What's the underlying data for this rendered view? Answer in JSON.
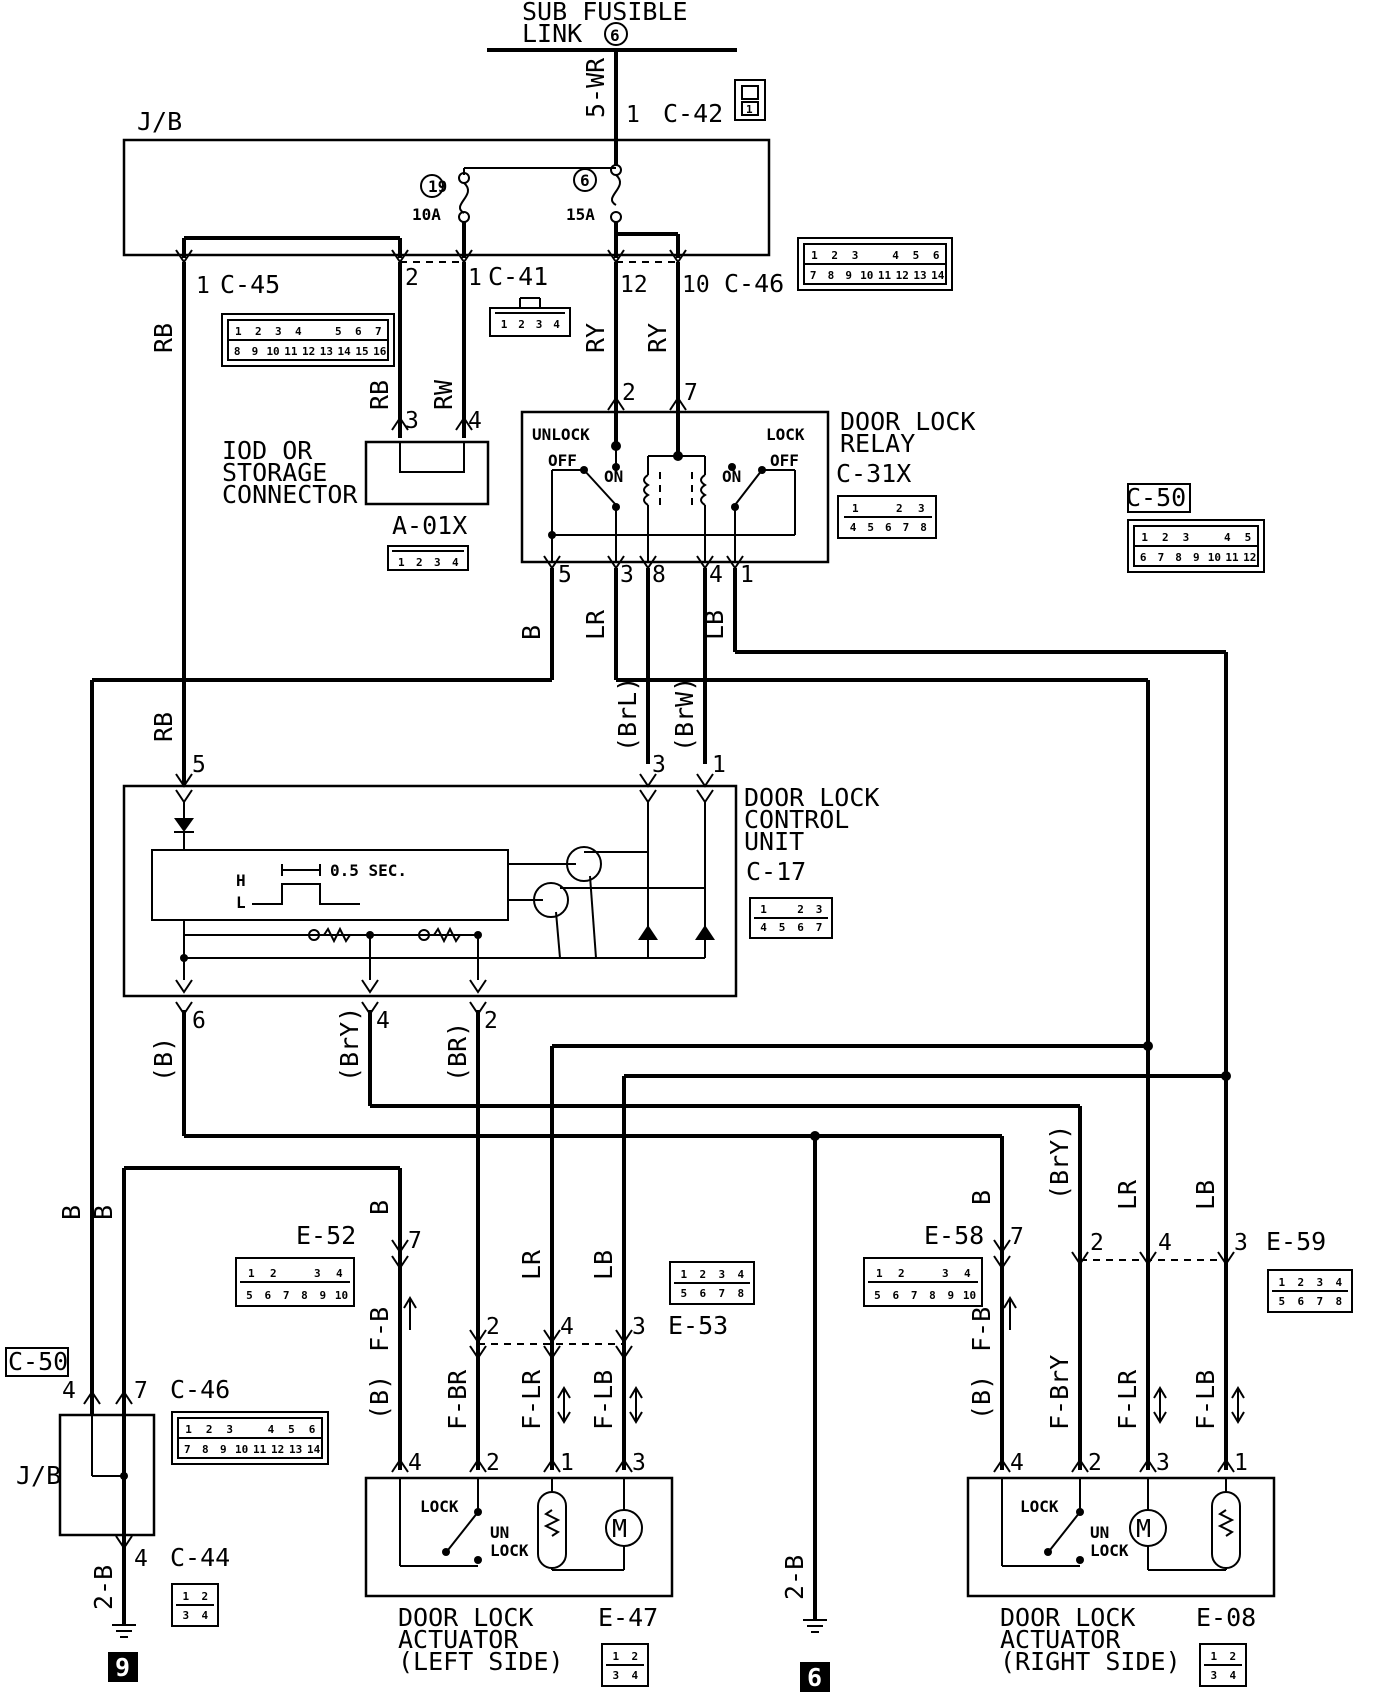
{
  "title": {
    "line1": "SUB FUSIBLE",
    "line2": "LINK",
    "link_num": "6"
  },
  "jb_label": "J/B",
  "fuses": [
    {
      "num": "19",
      "rating": "10A"
    },
    {
      "num": "6",
      "rating": "15A"
    }
  ],
  "wire_colors": {
    "sub_link": "5-WR",
    "c45_out": "RB",
    "c41_3": "RB",
    "c41_4": "RW",
    "c46_12": "RY",
    "c46_10": "RY",
    "relay5": "B",
    "relay3": "LR",
    "relay1": "LB",
    "ecu5": "RB",
    "ecu3": "(BrL)",
    "ecu1": "(BrW)",
    "ecu6": "(B)",
    "ecu4": "(BrY)",
    "ecu2": "(BR)",
    "left_b1": "B",
    "left_b2": "B",
    "e52_7": "B",
    "e53_lr": "LR",
    "e53_lb": "LB",
    "e58_7": "B",
    "e58_2": "(BrY)",
    "e59_lr": "LR",
    "e59_lb": "LB",
    "la_fb": "F-B",
    "la_b": "(B)",
    "la_fbr": "F-BR",
    "la_flr": "F-LR",
    "la_flb": "F-LB",
    "ra_fb": "F-B",
    "ra_b": "(B)",
    "ra_fbry": "F-BrY",
    "ra_flr": "F-LR",
    "ra_flb": "F-LB",
    "ground9": "2-B",
    "ground6": "2-B"
  },
  "connectors": {
    "c42": "C-42",
    "c45": "C-45",
    "c41": "C-41",
    "c46": "C-46",
    "c46b": "C-46",
    "a01x": "A-01X",
    "c31x": "C-31X",
    "c50": "C-50",
    "c50b": "C-50",
    "c17": "C-17",
    "e52": "E-52",
    "e53": "E-53",
    "e58": "E-58",
    "e59": "E-59",
    "c44": "C-44",
    "e47": "E-47",
    "e08": "E-08"
  },
  "pins": {
    "c42": "1",
    "c45_1": "1",
    "c45_2": "2",
    "c41_1": "1",
    "c46_12": "12",
    "c46_10": "10",
    "a01x_3": "3",
    "a01x_4": "4",
    "relay_2": "2",
    "relay_7": "7",
    "relay_5": "5",
    "relay_3": "3",
    "relay_8": "8",
    "relay_4": "4",
    "relay_1": "1",
    "ecu_5": "5",
    "ecu_3": "3",
    "ecu_1": "1",
    "ecu_6": "6",
    "ecu_4": "4",
    "ecu_2": "2",
    "e52_7": "7",
    "e53_2": "2",
    "e53_4": "4",
    "e53_3": "3",
    "e58_7": "7",
    "e59_2": "2",
    "e59_4": "4",
    "e59_3": "3",
    "c46_4": "4",
    "c46_7": "7",
    "c44_4": "4",
    "la_4": "4",
    "la_2": "2",
    "la_1": "1",
    "la_3": "3",
    "ra_4": "4",
    "ra_2": "2",
    "ra_3": "3",
    "ra_1": "1"
  },
  "components": {
    "iod_1": "IOD OR",
    "iod_2": "STORAGE",
    "iod_3": "CONNECTOR",
    "relay_1": "DOOR LOCK",
    "relay_2": "RELAY",
    "relay_unlock": "UNLOCK",
    "relay_lock": "LOCK",
    "relay_off_l": "OFF",
    "relay_on_l": "ON",
    "relay_on_r": "ON",
    "relay_off_r": "OFF",
    "ecu_1": "DOOR LOCK",
    "ecu_2": "CONTROL",
    "ecu_3": "UNIT",
    "ecu_h": "H",
    "ecu_l": "L",
    "ecu_time": "0.5 SEC.",
    "la_1": "DOOR LOCK",
    "la_2": "ACTUATOR",
    "la_3": "(LEFT SIDE)",
    "ra_1": "DOOR LOCK",
    "ra_2": "ACTUATOR",
    "ra_3": "(RIGHT SIDE)",
    "la_lock": "LOCK",
    "la_un": "UN",
    "la_unlock": "LOCK",
    "ra_lock": "LOCK",
    "ra_un": "UN",
    "ra_unlock": "LOCK"
  },
  "grounds": {
    "left": "9",
    "right": "6"
  },
  "connector_pins": {
    "c42": [
      "",
      "1"
    ],
    "c45": [
      [
        "1",
        "2",
        "3",
        "4",
        "",
        "5",
        "6",
        "7"
      ],
      [
        "8",
        "9",
        "10",
        "11",
        "12",
        "13",
        "14",
        "15",
        "16"
      ]
    ],
    "c41": [
      "1",
      "2",
      "3",
      "4"
    ],
    "c46": [
      [
        "1",
        "2",
        "3",
        "",
        "4",
        "5",
        "6"
      ],
      [
        "7",
        "8",
        "9",
        "10",
        "11",
        "12",
        "13",
        "14"
      ]
    ],
    "a01x": [
      "1",
      "2",
      "3",
      "4"
    ],
    "c31x": [
      [
        "1",
        "",
        "2",
        "3"
      ],
      [
        "4",
        "5",
        "6",
        "7",
        "8"
      ]
    ],
    "c50": [
      [
        "1",
        "2",
        "3",
        "",
        "4",
        "5"
      ],
      [
        "6",
        "7",
        "8",
        "9",
        "10",
        "11",
        "12"
      ]
    ],
    "c17": [
      [
        "1",
        "",
        "2",
        "3"
      ],
      [
        "4",
        "5",
        "6",
        "7"
      ]
    ],
    "e52": [
      [
        "1",
        "2",
        "",
        "3",
        "4"
      ],
      [
        "5",
        "6",
        "7",
        "8",
        "9",
        "10"
      ]
    ],
    "e53": [
      [
        "1",
        "2",
        "3",
        "4"
      ],
      [
        "5",
        "6",
        "7",
        "8"
      ]
    ],
    "e58": [
      [
        "1",
        "2",
        "",
        "3",
        "4"
      ],
      [
        "5",
        "6",
        "7",
        "8",
        "9",
        "10"
      ]
    ],
    "e59": [
      [
        "1",
        "2",
        "3",
        "4"
      ],
      [
        "5",
        "6",
        "7",
        "8"
      ]
    ],
    "c44": [
      [
        "1",
        "2"
      ],
      [
        "3",
        "4"
      ]
    ],
    "e47": [
      [
        "1",
        "2"
      ],
      [
        "3",
        "4"
      ]
    ],
    "e08": [
      [
        "1",
        "2"
      ],
      [
        "3",
        "4"
      ]
    ]
  }
}
